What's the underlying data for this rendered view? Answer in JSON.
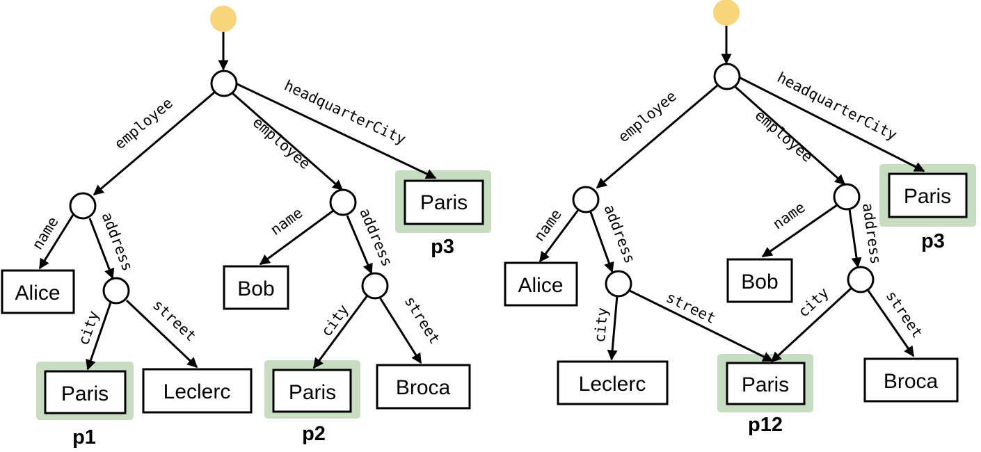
{
  "colors": {
    "root": "#f8d47c",
    "highlight": "#c8dcc2",
    "stroke": "#000000"
  },
  "left_tree": {
    "edges": {
      "employee_a": "employee",
      "employee_b": "employee",
      "headquarter_city": "headquarterCity",
      "name_a": "name",
      "address_a": "address",
      "name_b": "name",
      "address_b": "address",
      "city_a": "city",
      "street_a": "street",
      "city_b": "city",
      "street_b": "street"
    },
    "leaves": {
      "alice": "Alice",
      "bob": "Bob",
      "paris_hq": "Paris",
      "paris_a": "Paris",
      "leclerc": "Leclerc",
      "paris_b": "Paris",
      "broca": "Broca"
    },
    "tags": {
      "p1": "p1",
      "p2": "p2",
      "p3": "p3"
    }
  },
  "right_tree": {
    "edges": {
      "employee_a": "employee",
      "employee_b": "employee",
      "headquarter_city": "headquarterCity",
      "name_a": "name",
      "address_a": "address",
      "name_b": "name",
      "address_b": "address",
      "city_a": "city",
      "street_a": "street",
      "city_b": "city",
      "street_b": "street"
    },
    "leaves": {
      "alice": "Alice",
      "bob": "Bob",
      "paris_hq": "Paris",
      "leclerc": "Leclerc",
      "paris_shared": "Paris",
      "broca": "Broca"
    },
    "tags": {
      "p12": "p12",
      "p3": "p3"
    }
  }
}
